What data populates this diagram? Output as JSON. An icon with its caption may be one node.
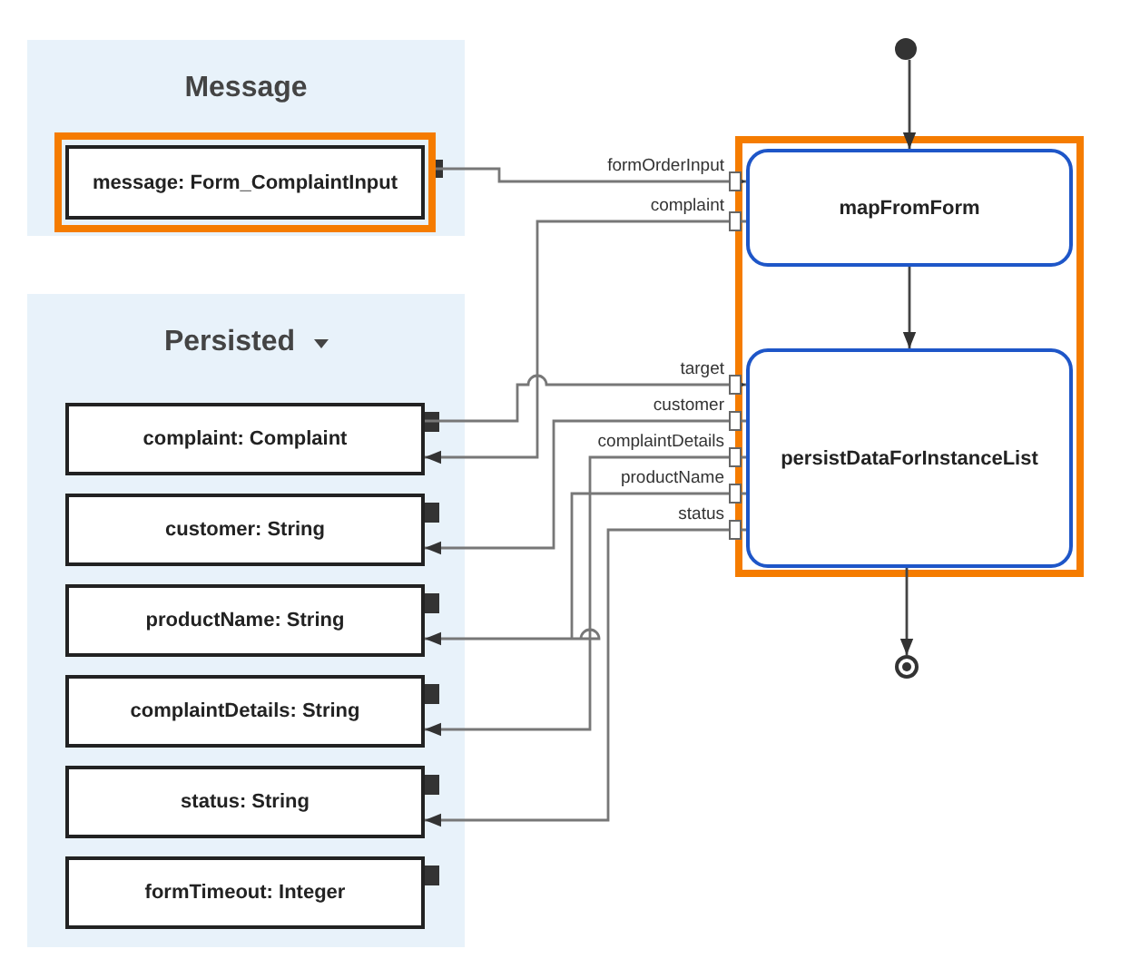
{
  "diagram": {
    "nodes": [
      {
        "text": [
          "Message"
        ]
      },
      {
        "text": [
          "message: Form_ComplaintInput"
        ],
        "in": 0
      },
      {
        "text": [
          "Persisted"
        ]
      },
      {
        "text": [
          "complaint: Complaint"
        ],
        "in": 2
      },
      {
        "text": [
          "customer: String"
        ],
        "in": 2
      },
      {
        "text": [
          "productName: String"
        ],
        "in": 2
      },
      {
        "text": [
          "complaintDetails: String"
        ],
        "in": 2
      },
      {
        "text": [
          "status: String"
        ],
        "in": 2
      },
      {
        "text": [
          "formTimeout: Integer"
        ],
        "in": 2
      },
      {
        "text": [],
        "shape": "circle"
      },
      {
        "text": [],
        "shape": "box"
      },
      {
        "text": [
          "mapFromForm"
        ],
        "in": 10
      },
      {
        "text": [
          "persistDataForInstanceList"
        ],
        "in": 10
      },
      {
        "text": [],
        "shape": "circle"
      }
    ],
    "edges": [
      {
        "from": 1,
        "to": 11,
        "arrow": "to",
        "label": "formOrderInput"
      },
      {
        "from": 11,
        "to": 3,
        "arrow": "to",
        "label": "complaint"
      },
      {
        "from": 3,
        "to": 12,
        "arrow": "to",
        "label": "target"
      },
      {
        "from": 12,
        "to": 4,
        "arrow": "to",
        "label": "customer"
      },
      {
        "from": 12,
        "to": 6,
        "arrow": "to",
        "label": "complaintDetails"
      },
      {
        "from": 12,
        "to": 5,
        "arrow": "to",
        "label": "productName"
      },
      {
        "from": 12,
        "to": 7,
        "arrow": "to",
        "label": "status"
      },
      {
        "from": 9,
        "to": 11,
        "arrow": "to"
      },
      {
        "from": 11,
        "to": 12,
        "arrow": "to"
      },
      {
        "from": 12,
        "to": 13,
        "arrow": "to"
      }
    ]
  }
}
